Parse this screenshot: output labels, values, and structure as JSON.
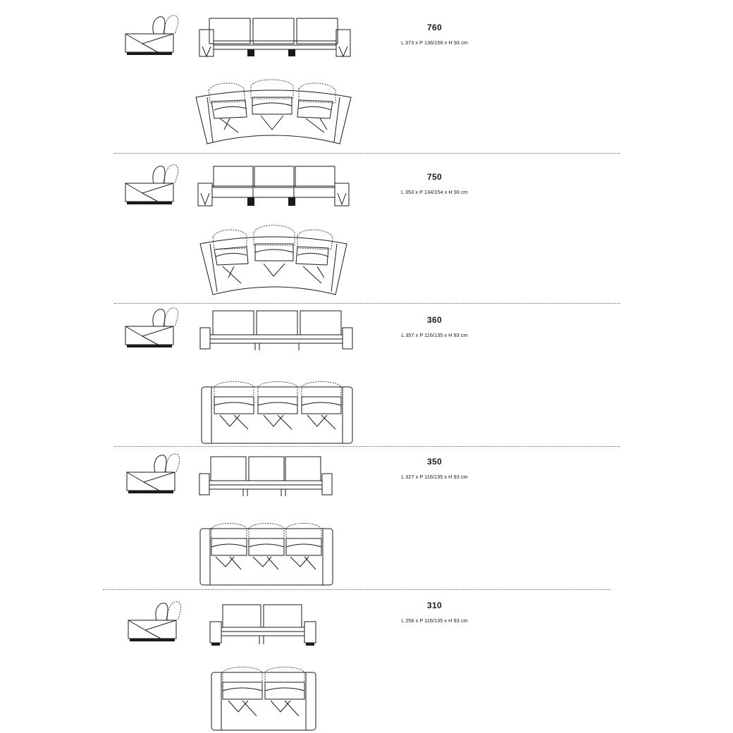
{
  "models": [
    {
      "name": "760",
      "dimensions": "L 373 x P 136/156 x H 93 cm",
      "seats": 3,
      "layout": "curved-wide"
    },
    {
      "name": "750",
      "dimensions": "L 353 x P 134/154 x H 93 cm",
      "seats": 3,
      "layout": "curved"
    },
    {
      "name": "360",
      "dimensions": "L 357 x P 116/135 x H 93 cm",
      "seats": 3,
      "layout": "straight"
    },
    {
      "name": "350",
      "dimensions": "L 327 x P 116/135 x H 93 cm",
      "seats": 3,
      "layout": "straight"
    },
    {
      "name": "310",
      "dimensions": "L 256 x P 116/135 x H 93 cm",
      "seats": 2,
      "layout": "straight"
    }
  ],
  "colors": {
    "line": "#1a1a1a",
    "divider": "#666666",
    "background": "#ffffff"
  }
}
